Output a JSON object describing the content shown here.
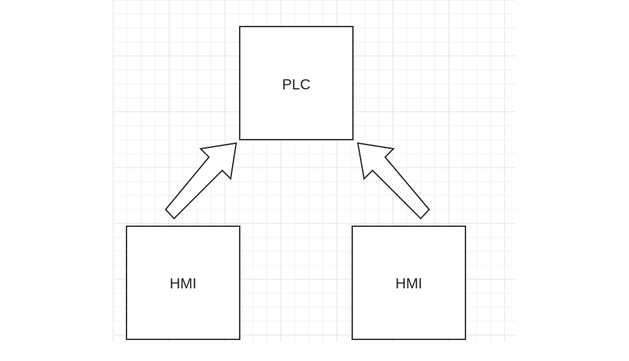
{
  "nodes": {
    "plc": {
      "label": "PLC"
    },
    "hmi_left": {
      "label": "HMI"
    },
    "hmi_right": {
      "label": "HMI"
    }
  },
  "colors": {
    "grid_minor": "#f2f2f2",
    "grid_major": "#e2e2e2",
    "stroke": "#222222",
    "fill": "#ffffff",
    "text": "#222222"
  },
  "connections": [
    {
      "from": "hmi_left",
      "to": "plc",
      "style": "block-arrow"
    },
    {
      "from": "hmi_right",
      "to": "plc",
      "style": "block-arrow"
    }
  ]
}
